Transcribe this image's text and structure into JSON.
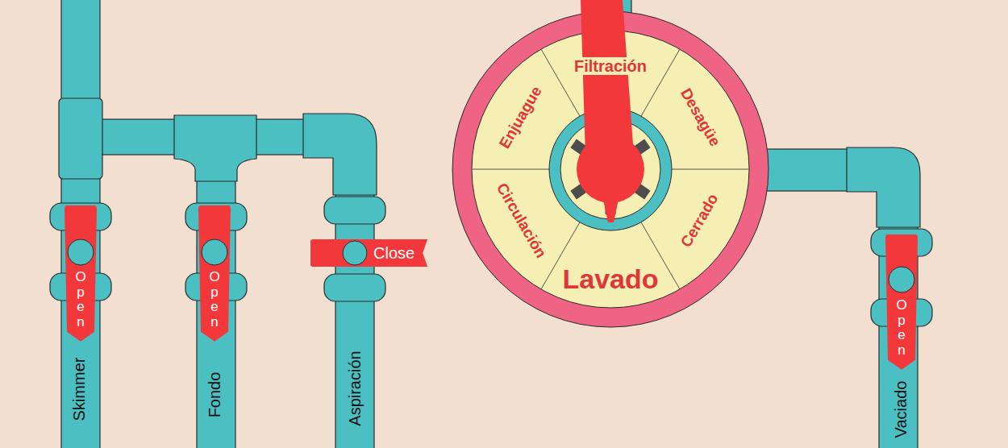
{
  "diagram": {
    "nodes": [
      {
        "text": [
          "Open"
        ]
      },
      {
        "text": [
          "Open"
        ]
      },
      {
        "text": [
          "Close"
        ]
      },
      {
        "text": [
          "Filtración",
          "Desagüe",
          "Cerrado",
          "Lavado",
          "Circulación",
          "Enjuague"
        ]
      },
      {
        "text": [
          "Open"
        ]
      }
    ],
    "labels": [
      "Skimmer",
      "Fondo",
      "Aspiración",
      "Vaciado"
    ]
  }
}
